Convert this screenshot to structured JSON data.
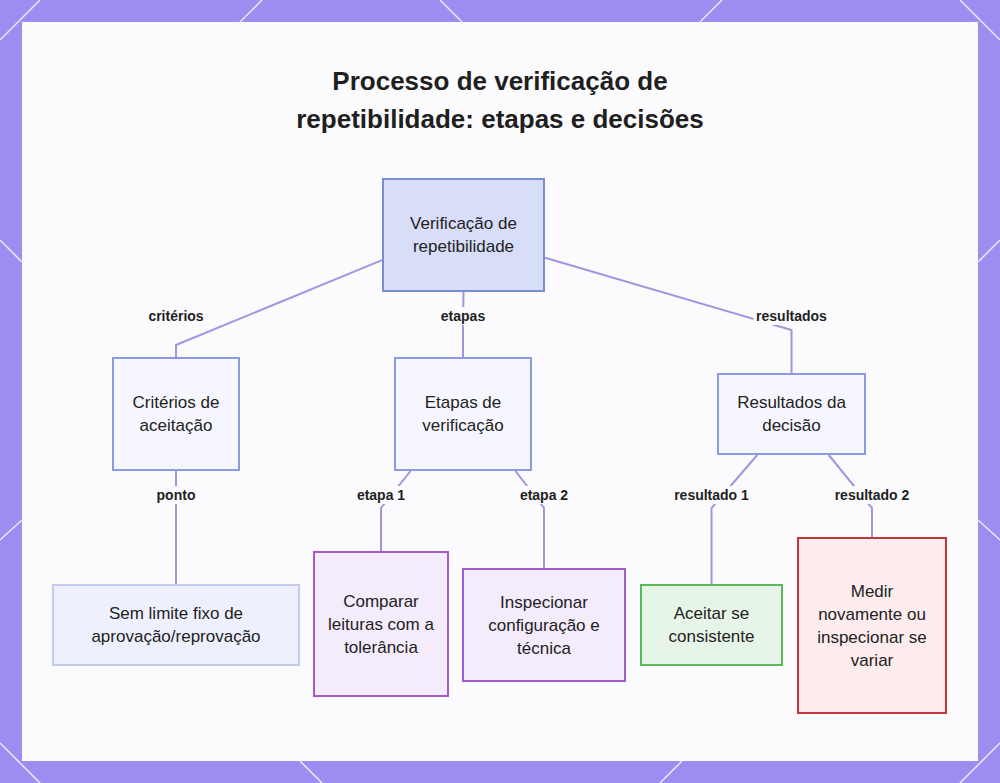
{
  "diagram": {
    "title": "Processo de verificação de repetibilidade: etapas e decisões",
    "nodes": [
      {
        "text": [
          "Verificação de repetibilidade"
        ]
      },
      {
        "text": [
          "Critérios de aceitação"
        ]
      },
      {
        "text": [
          "Etapas de verificação"
        ]
      },
      {
        "text": [
          "Resultados da decisão"
        ]
      },
      {
        "text": [
          "Sem limite fixo de aprovação/reprovação"
        ]
      },
      {
        "text": [
          "Comparar leituras com a tolerância"
        ]
      },
      {
        "text": [
          "Inspecionar configuração e técnica"
        ]
      },
      {
        "text": [
          "Aceitar se consistente"
        ]
      },
      {
        "text": [
          "Medir novamente ou inspecionar se variar"
        ]
      }
    ],
    "edges": [
      {
        "from": 0,
        "to": 1,
        "label": "critérios",
        "arrow": "none"
      },
      {
        "from": 0,
        "to": 2,
        "label": "etapas",
        "arrow": "none"
      },
      {
        "from": 0,
        "to": 3,
        "label": "resultados",
        "arrow": "none"
      },
      {
        "from": 1,
        "to": 4,
        "label": "ponto",
        "arrow": "none"
      },
      {
        "from": 2,
        "to": 5,
        "label": "etapa 1",
        "arrow": "none"
      },
      {
        "from": 2,
        "to": 6,
        "label": "etapa 2",
        "arrow": "none"
      },
      {
        "from": 3,
        "to": 7,
        "label": "resultado 1",
        "arrow": "none"
      },
      {
        "from": 3,
        "to": 8,
        "label": "resultado 2",
        "arrow": "none"
      }
    ]
  }
}
